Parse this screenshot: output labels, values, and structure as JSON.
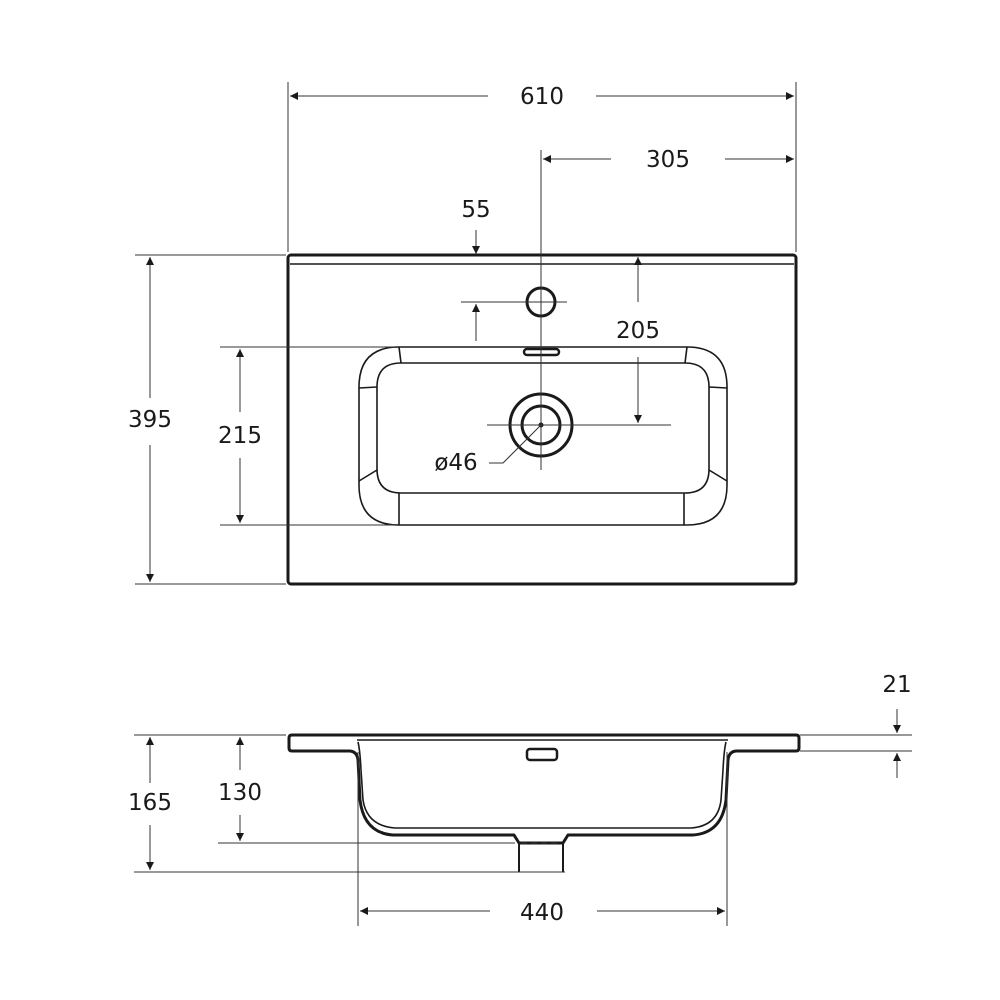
{
  "drawing": {
    "title": "Washbasin dimensional drawing",
    "top_view": {
      "overall_width": "610",
      "half_width": "305",
      "tap_hole_offset": "55",
      "drain_offset": "205",
      "overall_depth": "395",
      "bowl_depth": "215",
      "drain_diameter": "ø46"
    },
    "side_view": {
      "rim_thickness": "21",
      "overall_height": "165",
      "bowl_height": "130",
      "bowl_width": "440"
    }
  }
}
